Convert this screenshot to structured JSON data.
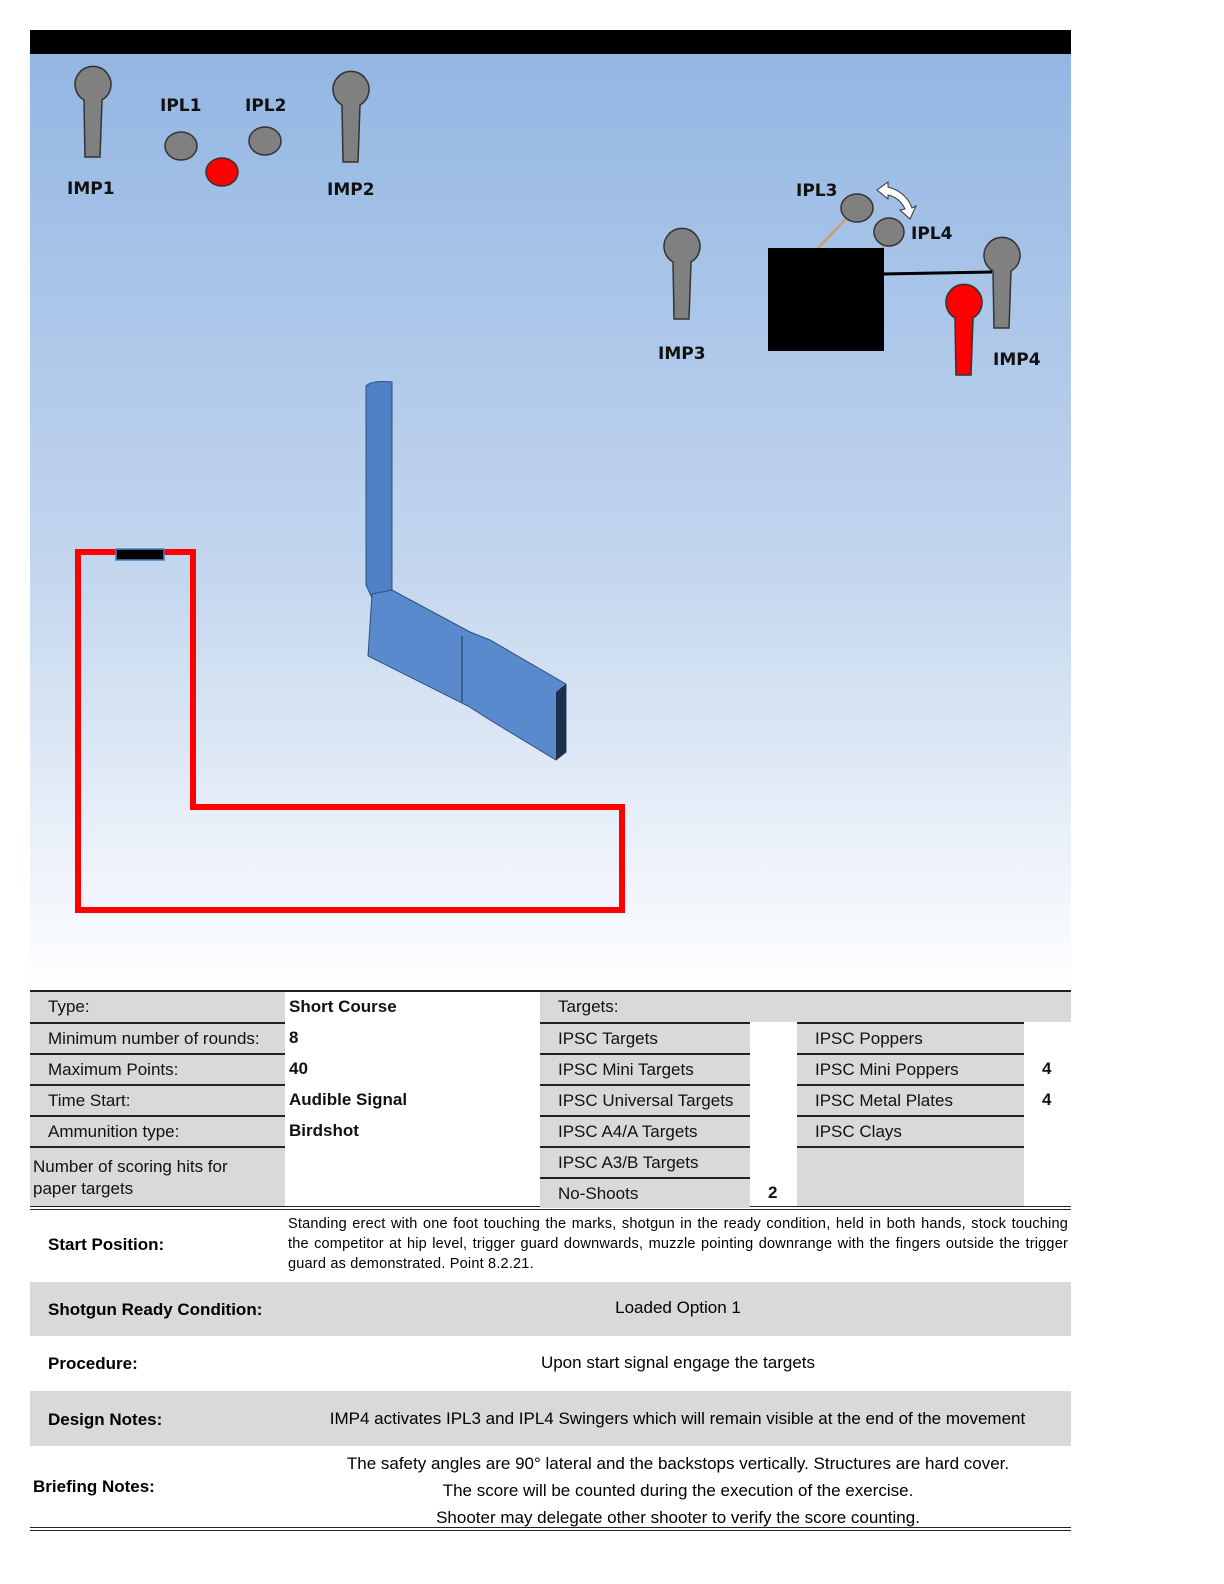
{
  "diagram": {
    "labels": {
      "imp1": "IMP1",
      "imp2": "IMP2",
      "imp3": "IMP3",
      "imp4": "IMP4",
      "ipl1": "IPL1",
      "ipl2": "IPL2",
      "ipl3": "IPL3",
      "ipl4": "IPL4"
    },
    "colors": {
      "target": "#808080",
      "active": "#ff0000",
      "fault_line": "#ff0000",
      "wall": "#4f81c4"
    }
  },
  "info": {
    "type_label": "Type:",
    "type_value": "Short Course",
    "min_rounds_label": "Minimum number of rounds:",
    "min_rounds_value": "8",
    "max_points_label": "Maximum Points:",
    "max_points_value": "40",
    "time_start_label": "Time Start:",
    "time_start_value": "Audible Signal",
    "ammo_label": "Ammunition type:",
    "ammo_value": "Birdshot",
    "scoring_hits_label": "Number of scoring hits for paper targets"
  },
  "targets": {
    "header": "Targets:",
    "left": [
      {
        "name": "IPSC Targets",
        "count": ""
      },
      {
        "name": "IPSC Mini Targets",
        "count": ""
      },
      {
        "name": "IPSC Universal Targets",
        "count": ""
      },
      {
        "name": "IPSC A4/A Targets",
        "count": ""
      },
      {
        "name": "IPSC A3/B Targets",
        "count": ""
      },
      {
        "name": "No-Shoots",
        "count": "2"
      }
    ],
    "right": [
      {
        "name": "IPSC Poppers",
        "count": ""
      },
      {
        "name": "IPSC Mini Poppers",
        "count": "4"
      },
      {
        "name": "IPSC Metal Plates",
        "count": "4"
      },
      {
        "name": "IPSC Clays",
        "count": ""
      }
    ]
  },
  "sections": {
    "start_position_label": "Start Position:",
    "start_position_text": "Standing erect with one foot touching the marks, shotgun in the ready condition, held in both hands, stock touching the competitor at hip level, trigger guard downwards, muzzle pointing downrange with the fingers outside the trigger guard as demonstrated. Point 8.2.21.",
    "ready_label": "Shotgun Ready Condition:",
    "ready_text": "Loaded Option 1",
    "procedure_label": "Procedure:",
    "procedure_text": "Upon start signal engage the targets",
    "design_label": "Design Notes:",
    "design_text": "IMP4 activates IPL3 and IPL4 Swingers which will remain visible at the end of the movement",
    "briefing_label": "Briefing Notes:",
    "briefing_lines": [
      "The safety angles are 90° lateral and the backstops vertically. Structures are hard cover.",
      "The score will be counted during the execution of the exercise.",
      "Shooter may delegate other shooter to verify the score counting."
    ]
  }
}
